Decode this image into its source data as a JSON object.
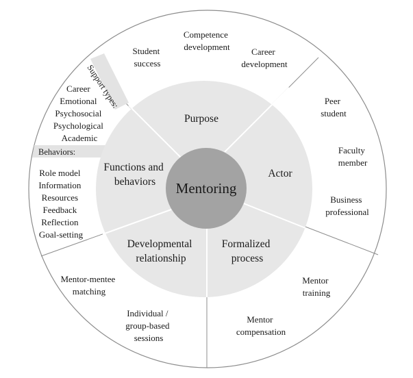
{
  "diagram": {
    "center": "Mentoring",
    "inner_sections": {
      "purpose": "Purpose",
      "actor": "Actor",
      "formalized_process": [
        "Formalized",
        "process"
      ],
      "developmental_relationship": [
        "Developmental",
        "relationship"
      ],
      "functions_behaviors": [
        "Functions and",
        "behaviors"
      ]
    },
    "outer": {
      "student_success": [
        "Student",
        "success"
      ],
      "competence_development": [
        "Competence",
        "development"
      ],
      "career_development": [
        "Career",
        "development"
      ],
      "peer_student": [
        "Peer",
        "student"
      ],
      "faculty_member": [
        "Faculty",
        "member"
      ],
      "business_professional": [
        "Business",
        "professional"
      ],
      "mentor_training": [
        "Mentor",
        "training"
      ],
      "mentor_compensation": [
        "Mentor",
        "compensation"
      ],
      "individual_group_sessions": [
        "Individual /",
        "group-based",
        "sessions"
      ],
      "mentor_mentee_matching": [
        "Mentor-mentee",
        "matching"
      ],
      "support_types_label": "Support types:",
      "support_types": [
        "Career",
        "Emotional",
        "Psychosocial",
        "Psychological",
        "Academic"
      ],
      "behaviors_label": "Behaviors:",
      "behaviors": [
        "Role model",
        "Information",
        "Resources",
        "Feedback",
        "Reflection",
        "Goal-setting"
      ]
    }
  },
  "colors": {
    "inner_ring": "#e7e7e7",
    "center_circle": "#a3a3a3",
    "label_band": "#e3e3e3",
    "stroke": "#8c8c8c"
  }
}
